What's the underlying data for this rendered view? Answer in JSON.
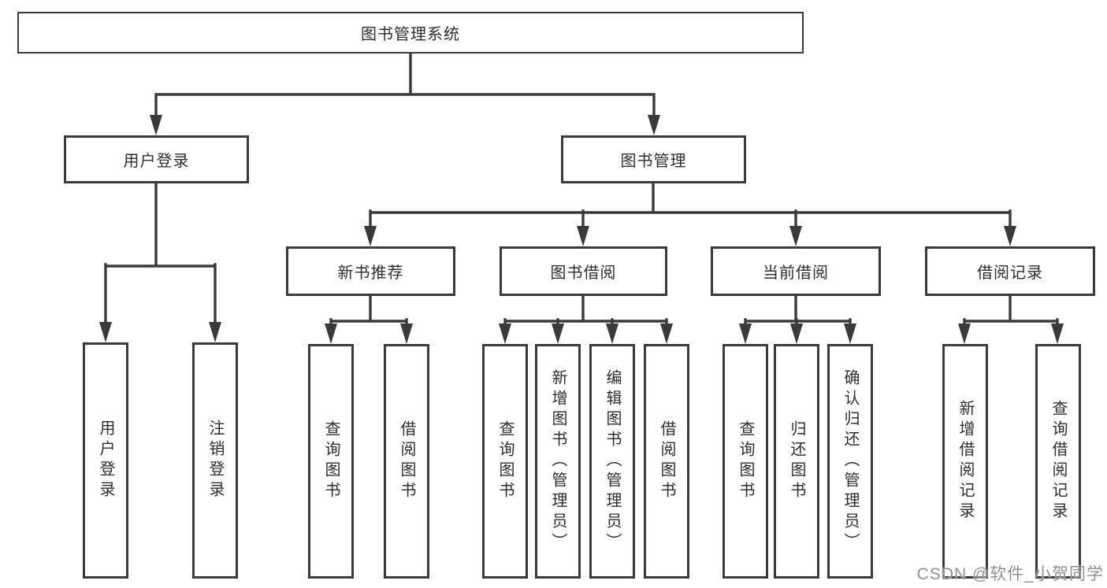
{
  "diagram": {
    "root": "图书管理系统",
    "level2": [
      "用户登录",
      "图书管理"
    ],
    "level3": [
      "新书推荐",
      "图书借阅",
      "当前借阅",
      "借阅记录"
    ],
    "leaves": {
      "user_login": [
        "用户登录",
        "注销登录"
      ],
      "new_book": [
        "查询图书",
        "借阅图书"
      ],
      "book_borrow": [
        "查询图书",
        "新增图书（管理员）",
        "编辑图书（管理员）",
        "借阅图书"
      ],
      "current_borrow": [
        "查询图书",
        "归还图书",
        "确认归还（管理员）"
      ],
      "borrow_records": [
        "新增借阅记录",
        "查询借阅记录"
      ]
    }
  },
  "watermark": {
    "text": "CSDN @软件_小贺同学"
  },
  "colors": {
    "line": "#3a3a3a",
    "text": "#2e2e2e",
    "background": "#ffffff",
    "watermark": "#909090"
  }
}
